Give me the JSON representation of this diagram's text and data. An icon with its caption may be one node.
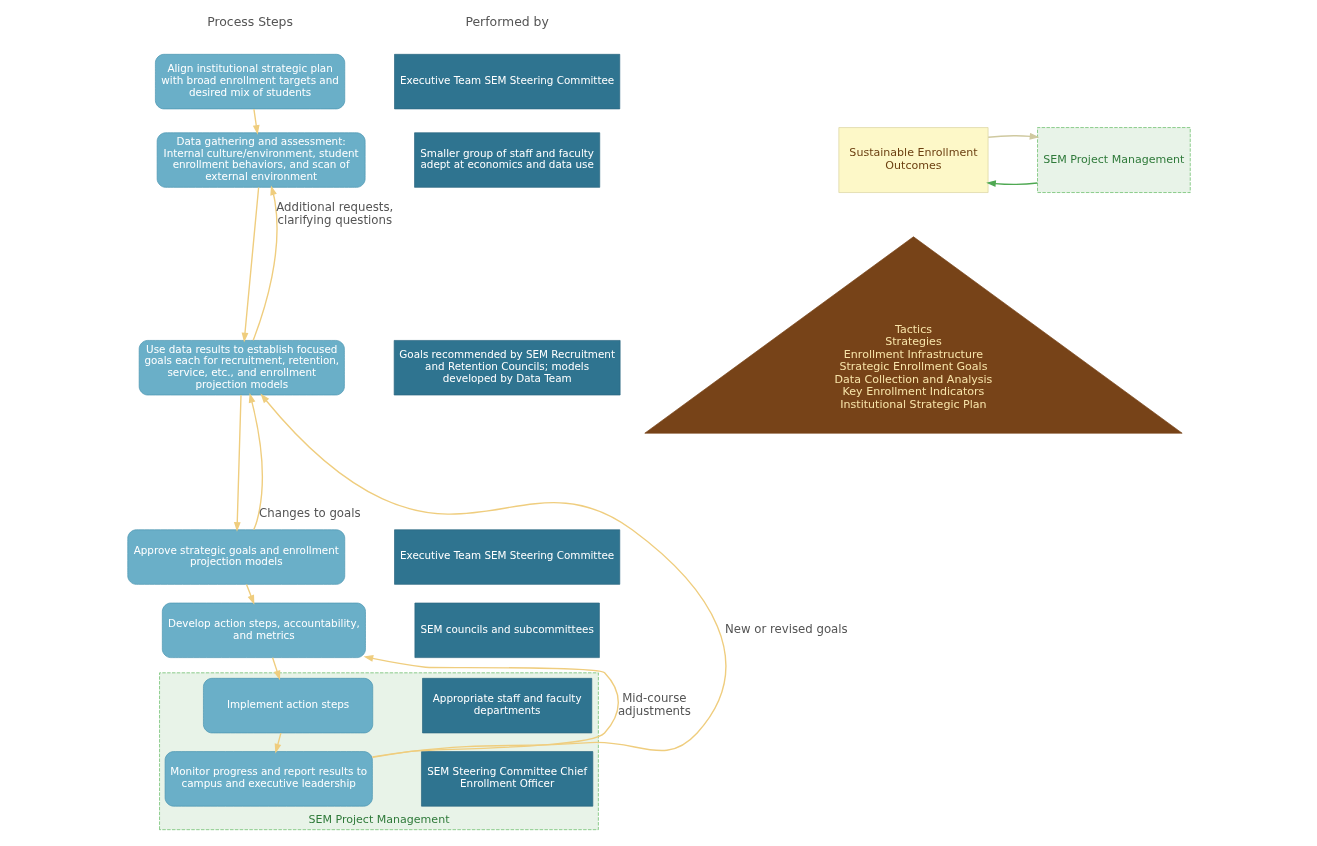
{
  "diagram": {
    "nodes": [
      {
        "text": [
          "Align institutional strategic plan with broad enrollment targets and desired mix of students"
        ]
      },
      {
        "text": [
          "Executive Team SEM Steering Committee"
        ]
      },
      {
        "text": [
          "Data gathering and assessment: Internal culture/environment, student enrollment behaviors, and scan of external environment"
        ]
      },
      {
        "text": [
          "Smaller group of staff and faculty adept at economics and data use"
        ]
      },
      {
        "text": [
          "Use data results to establish focused goals each for recruitment, retention, service, etc., and enrollment projection models"
        ]
      },
      {
        "text": [
          "Goals recommended by SEM Recruitment and Retention Councils; models developed by Data Team"
        ]
      },
      {
        "text": [
          "Approve strategic goals and enrollment projection models"
        ]
      },
      {
        "text": [
          "Executive Team SEM Steering Committee"
        ]
      },
      {
        "text": [
          "Develop action steps, accountability, and metrics"
        ]
      },
      {
        "text": [
          "SEM councils and subcommittees"
        ]
      },
      {
        "text": [
          "SEM Project Management"
        ]
      },
      {
        "text": [
          "Implement action steps"
        ],
        "in": 10
      },
      {
        "text": [
          "Appropriate staff and faculty departments"
        ],
        "in": 10
      },
      {
        "text": [
          "Monitor progress and report results to campus and executive leadership"
        ],
        "in": 10
      },
      {
        "text": [
          "SEM Steering Committee Chief Enrollment Officer"
        ],
        "in": 10
      },
      {
        "text": [
          "Sustainable Enrollment Outcomes"
        ]
      },
      {
        "text": [
          "SEM Project Management"
        ]
      },
      {
        "text": [
          "Tactics",
          "Strategies",
          "Enrollment Infrastructure",
          "Strategic Enrollment Goals",
          "Data Collection and Analysis",
          "Key Enrollment Indicators",
          "Institutional Strategic Plan"
        ]
      }
    ],
    "edges": [
      {
        "from": 0,
        "to": 2,
        "arrow": "to"
      },
      {
        "from": 2,
        "to": 4,
        "arrow": "to"
      },
      {
        "from": 4,
        "to": 6,
        "arrow": "to"
      },
      {
        "from": 6,
        "to": 8,
        "arrow": "to"
      },
      {
        "from": 8,
        "to": 11,
        "arrow": "to"
      },
      {
        "from": 11,
        "to": 13,
        "arrow": "to"
      },
      {
        "from": 4,
        "to": 2,
        "arrow": "to",
        "label": "Additional requests, clarifying questions"
      },
      {
        "from": 6,
        "to": 4,
        "arrow": "to",
        "label": "Changes to goals"
      },
      {
        "from": 13,
        "to": 8,
        "arrow": "to",
        "label": "Mid-course adjustments"
      },
      {
        "from": 13,
        "to": 4,
        "arrow": "to",
        "label": "New or revised goals"
      },
      {
        "from": 16,
        "to": 15,
        "arrow": "to",
        "color": "#4ea852"
      },
      {
        "from": 15,
        "to": 16,
        "arrow": "to",
        "color": "#cfc9a0"
      }
    ],
    "labels": [
      "Process Steps",
      "Performed by"
    ]
  }
}
